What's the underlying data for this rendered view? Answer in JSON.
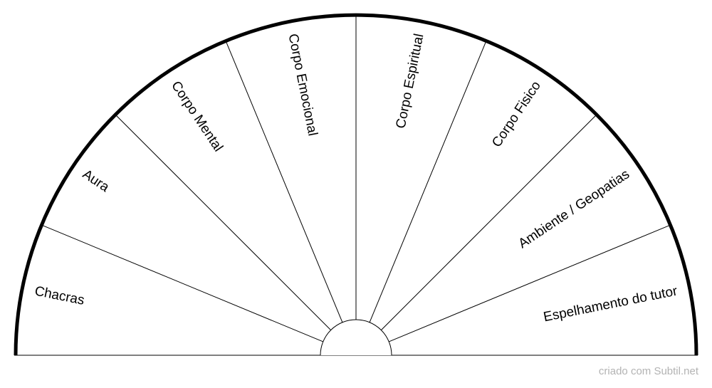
{
  "chart": {
    "type": "semicircle-pendulum-chart",
    "sectors": [
      "Chacras",
      "Aura",
      "Corpo Mental",
      "Corpo Emocional",
      "Corpo Espiritual",
      "Corpo Fisico",
      "Ambiente / Geopatias",
      "Espelhamento do tutor"
    ],
    "colors": {
      "background": "#ffffff",
      "lines": "#000000",
      "outer_arc": "#000000",
      "credit_text": "#b3b3b3"
    }
  },
  "footer": {
    "credit": "criado com Subtil.net"
  }
}
